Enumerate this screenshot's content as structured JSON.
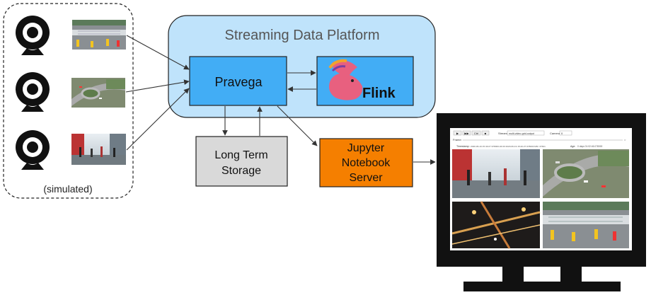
{
  "cameras_group": {
    "label": "(simulated)",
    "cameras": [
      {
        "icon": "webcam-icon",
        "thumbnail": "highway-overhead-thumbnail"
      },
      {
        "icon": "webcam-icon",
        "thumbnail": "roundabout-aerial-thumbnail"
      },
      {
        "icon": "webcam-icon",
        "thumbnail": "shopping-street-thumbnail"
      }
    ]
  },
  "platform": {
    "title": "Streaming Data Platform",
    "pravega_label": "Pravega",
    "flink_label": "Flink",
    "flink_logo_icon": "squirrel-logo-icon"
  },
  "storage": {
    "line1": "Long Term",
    "line2": "Storage"
  },
  "jupyter": {
    "line1": "Jupyter",
    "line2": "Notebook",
    "line3": "Server"
  },
  "monitor": {
    "stream_label": "Stream:",
    "stream_value": "multi-video-grid-output",
    "camera_label": "Camera:",
    "camera_value": "0",
    "frame_label": "Frame:",
    "timestamp_label": "Timestamp:",
    "timestamp_value": "2020-06-19 15:40:27.978000-04:00 2020-06-19 15:40:27.978000 MM: 37601",
    "age_label": "Age:",
    "age_value": "0 days 01:02:46.078000",
    "buttons": [
      "▶",
      "▶▶",
      "Ctrl",
      "■"
    ],
    "tiles": [
      "shopping-street-tile",
      "roundabout-tile",
      "night-intersection-tile",
      "highway-tile"
    ]
  },
  "colors": {
    "platform_fill": "#bfe3fb",
    "pravega_fill": "#42adf5",
    "flink_fill": "#42adf5",
    "storage_fill": "#d9d9d9",
    "jupyter_fill": "#f57f00",
    "monitor_frame": "#111111"
  }
}
